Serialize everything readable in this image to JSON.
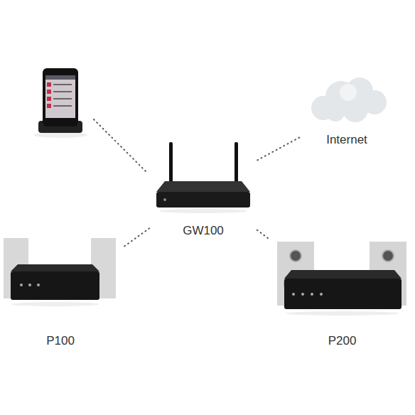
{
  "diagram": {
    "nodes": [
      {
        "text": [
          "Internet"
        ]
      },
      {
        "text": [
          "GW100"
        ]
      },
      {
        "text": [
          "P100"
        ]
      },
      {
        "text": [
          "P200"
        ]
      }
    ],
    "edges": [
      {
        "from": 1,
        "to": 0,
        "arrow": "none"
      },
      {
        "from": 1,
        "to": 2,
        "arrow": "none"
      },
      {
        "from": 1,
        "to": 3,
        "arrow": "none"
      }
    ]
  }
}
